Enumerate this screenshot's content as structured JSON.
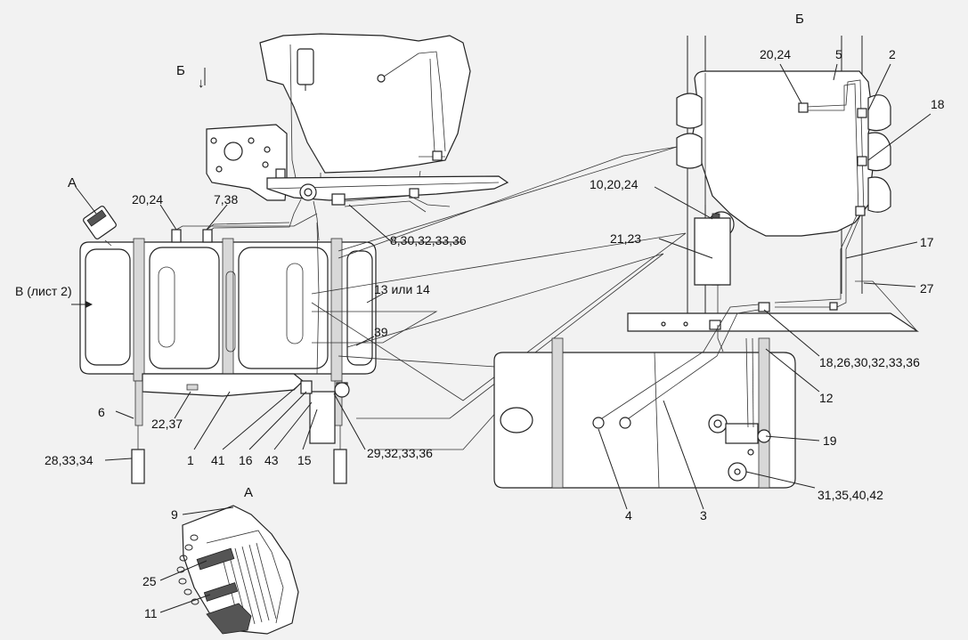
{
  "views": {
    "view_b_label": "Б",
    "view_b_arrow_label": "Б",
    "view_a_callout_label": "А",
    "view_a_detail_label": "А",
    "view_v_label": "В (лист 2)"
  },
  "callouts": {
    "c_20_24_left": "20,24",
    "c_7_38": "7,38",
    "c_8_30": "8,30,32,33,36",
    "c_13_14": "13 или 14",
    "c_39": "39",
    "c_6": "6",
    "c_22_37": "22,37",
    "c_28_33_34": "28,33,34",
    "c_1": "1",
    "c_41": "41",
    "c_16": "16",
    "c_43": "43",
    "c_15": "15",
    "c_29_32": "29,32,33,36",
    "c_9": "9",
    "c_25": "25",
    "c_11": "11",
    "c_20_24_right": "20,24",
    "c_5": "5",
    "c_2": "2",
    "c_18": "18",
    "c_10_20_24": "10,20,24",
    "c_21_23": "21,23",
    "c_17": "17",
    "c_27": "27",
    "c_18_26": "18,26,30,32,33,36",
    "c_12": "12",
    "c_19": "19",
    "c_31_35": "31,35,40,42",
    "c_4": "4",
    "c_3": "3"
  }
}
